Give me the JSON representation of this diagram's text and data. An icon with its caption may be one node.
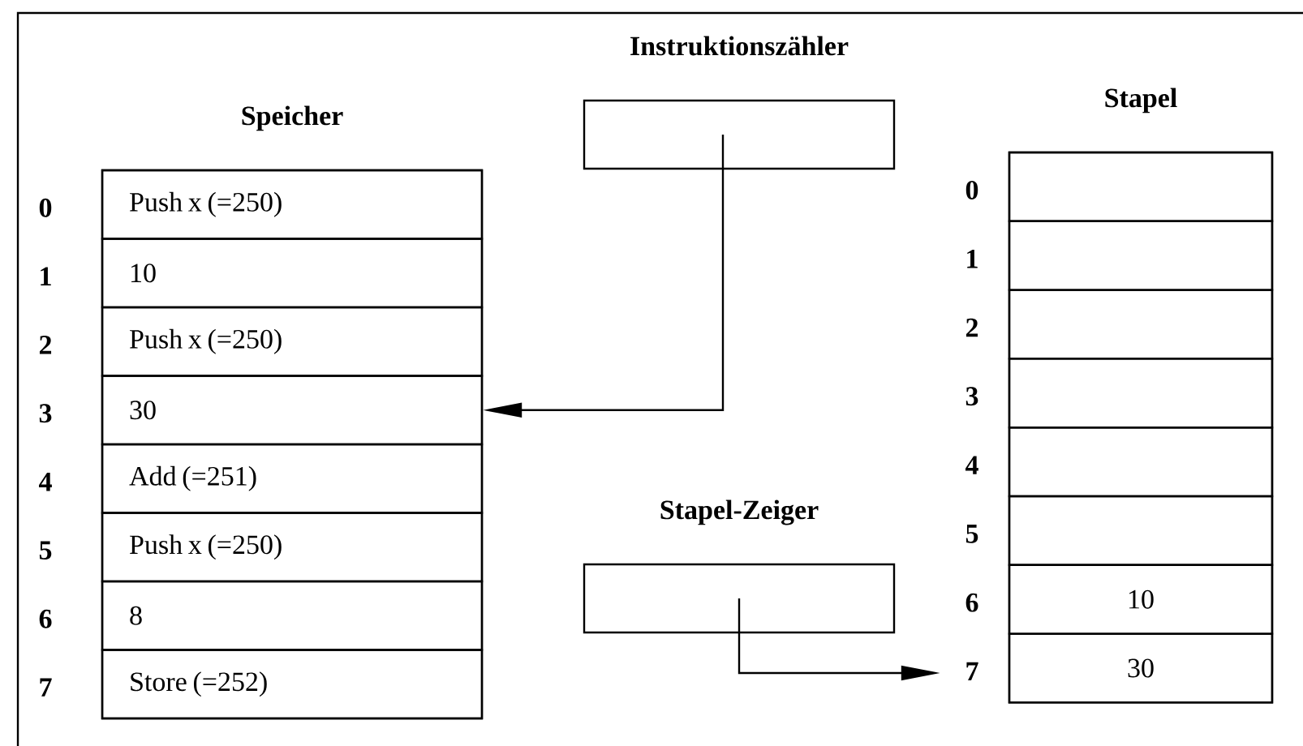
{
  "diagram": {
    "nodes": [
      {
        "text": [
          "Speicher"
        ]
      },
      {
        "text": [
          "Push x (=250)"
        ],
        "beside": [
          "0"
        ],
        "in": 0
      },
      {
        "text": [
          "10"
        ],
        "beside": [
          "1"
        ],
        "in": 0
      },
      {
        "text": [
          "Push x (=250)"
        ],
        "beside": [
          "2"
        ],
        "in": 0
      },
      {
        "text": [
          "30"
        ],
        "beside": [
          "3"
        ],
        "in": 0
      },
      {
        "text": [
          "Add (=251)"
        ],
        "beside": [
          "4"
        ],
        "in": 0
      },
      {
        "text": [
          "Push x (=250)"
        ],
        "beside": [
          "5"
        ],
        "in": 0
      },
      {
        "text": [
          "8"
        ],
        "beside": [
          "6"
        ],
        "in": 0
      },
      {
        "text": [
          "Store (=252)"
        ],
        "beside": [
          "7"
        ],
        "in": 0
      },
      {
        "text": [
          "Instruktionszähler"
        ]
      },
      {
        "text": [
          "Stapel-Zeiger"
        ]
      },
      {
        "text": [
          "Stapel"
        ]
      },
      {
        "text": [],
        "shape": "box",
        "beside": [
          "0"
        ],
        "in": 11
      },
      {
        "text": [],
        "shape": "box",
        "beside": [
          "1"
        ],
        "in": 11
      },
      {
        "text": [],
        "shape": "box",
        "beside": [
          "2"
        ],
        "in": 11
      },
      {
        "text": [],
        "shape": "box",
        "beside": [
          "3"
        ],
        "in": 11
      },
      {
        "text": [],
        "shape": "box",
        "beside": [
          "4"
        ],
        "in": 11
      },
      {
        "text": [],
        "shape": "box",
        "beside": [
          "5"
        ],
        "in": 11
      },
      {
        "text": [
          "10"
        ],
        "beside": [
          "6"
        ],
        "in": 11
      },
      {
        "text": [
          "30"
        ],
        "beside": [
          "7"
        ],
        "in": 11
      }
    ],
    "edges": [
      {
        "from": 9,
        "to": 4,
        "arrow": "to"
      },
      {
        "from": 10,
        "to": 19,
        "arrow": "to"
      }
    ]
  }
}
